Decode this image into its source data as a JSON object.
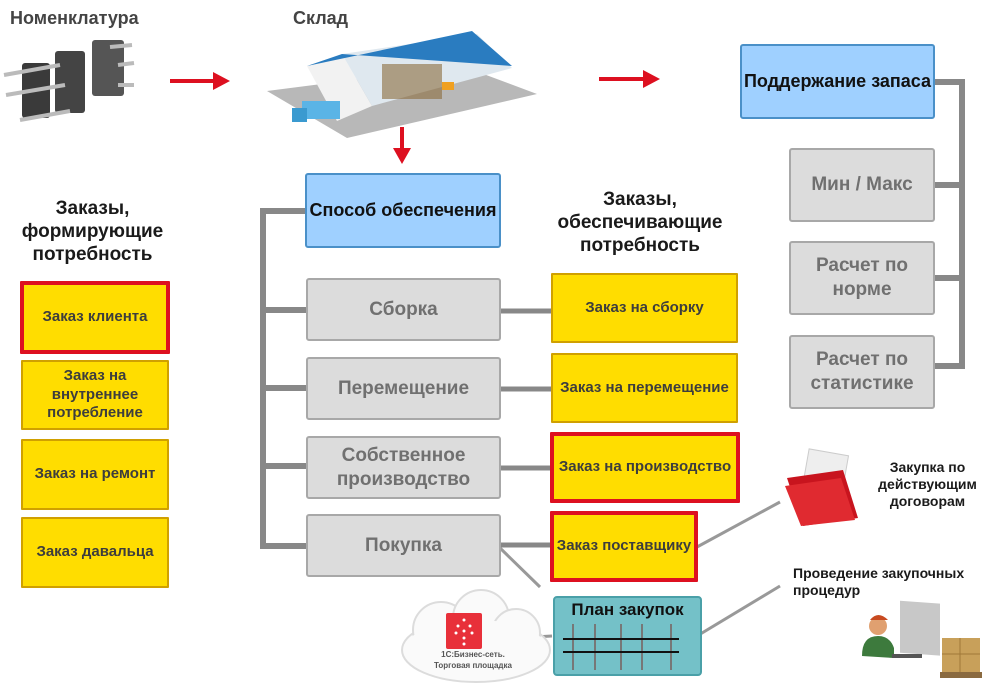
{
  "top": {
    "nomenclature_label": "Номенклатура",
    "warehouse_label": "Склад"
  },
  "left": {
    "heading": "Заказы, формирующие потребность",
    "orders": [
      {
        "label": "Заказ клиента",
        "highlighted": true
      },
      {
        "label": "Заказ на внутреннее потребление",
        "highlighted": false
      },
      {
        "label": "Заказ на ремонт",
        "highlighted": false
      },
      {
        "label": "Заказ давальца",
        "highlighted": false
      }
    ]
  },
  "middle": {
    "supply_method": "Способ обеспечения",
    "methods": [
      {
        "label": "Сборка"
      },
      {
        "label": "Перемещение"
      },
      {
        "label": "Собственное производство"
      },
      {
        "label": "Покупка"
      }
    ]
  },
  "supply_orders": {
    "heading": "Заказы, обеспечивающие потребность",
    "orders": [
      {
        "label": "Заказ на сборку",
        "highlighted": false
      },
      {
        "label": "Заказ на перемещение",
        "highlighted": false
      },
      {
        "label": "Заказ на производство",
        "highlighted": true
      },
      {
        "label": "Заказ поставщику",
        "highlighted": true
      }
    ]
  },
  "stock": {
    "title": "Поддержание запаса",
    "methods": [
      {
        "label": "Мин / Макс"
      },
      {
        "label": "Расчет по норме"
      },
      {
        "label": "Расчет по статистике"
      }
    ]
  },
  "purchase": {
    "plan_label": "План закупок",
    "cloud_label_1": "1С:Бизнес-сеть.",
    "cloud_label_2": "Торговая площадка",
    "contracts_label": "Закупка по действующим договорам",
    "procedures_label": "Проведение закупочных процедур"
  },
  "colors": {
    "arrow": "#dd1020",
    "connector": "#888888",
    "blue_box": "#9fd0ff",
    "gray_box": "#dcdcdc",
    "yellow_box": "#ffdd00",
    "highlight_border": "#dd1020",
    "plan_box": "#74c1c8"
  }
}
